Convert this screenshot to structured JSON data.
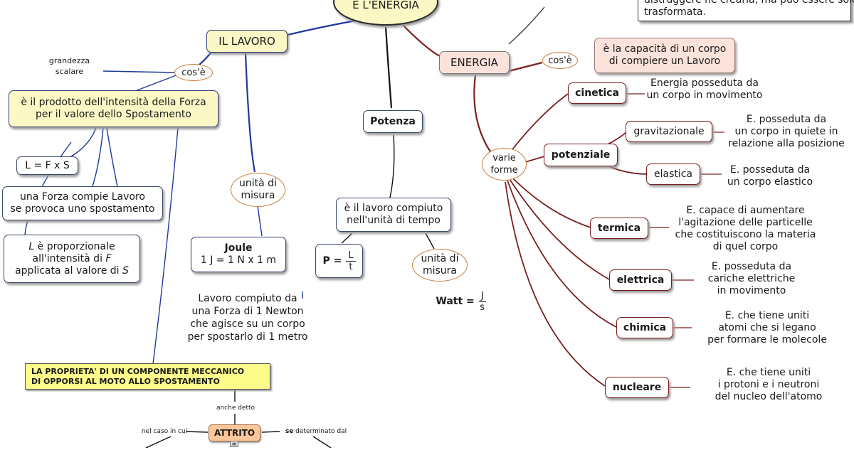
{
  "central": {
    "title": "E L'ENERGIA"
  },
  "top_note": {
    "line1": "distruggere né crearla, ma può essere solo",
    "line2": "trasformata."
  },
  "lavoro": {
    "title": "IL LAVORO",
    "grandezza": "grandezza\nscalare",
    "cose": "cos'è",
    "definizione": "è il prodotto dell'intensità della Forza\nper il valore dello Spostamento",
    "formula": "L = F x S",
    "compie": "una Forza compie Lavoro\nse provoca uno spostamento",
    "proporzionale": {
      "l": "L",
      "text1": " è proporzionale",
      "text2": "all'intensità di ",
      "f": "F",
      "text3": "applicata al valore di ",
      "s": "S"
    },
    "unita": "unità di\nmisura",
    "joule_title": "Joule",
    "joule_def": "1 J = 1 N x 1 m",
    "joule_desc": "Lavoro compiuto da\nuna Forza di 1 Newton\nche agisce su un corpo\nper spostarlo di 1 metro"
  },
  "attrito": {
    "proprieta": "LA PROPRIETA' DI UN COMPONENTE MECCANICO\nDI OPPORSI AL MOTO  ALLO SPOSTAMENTO",
    "anche_detto": "anche detto",
    "title": "ATTRITO",
    "nel_caso": "nel caso in cui",
    "se_det_bold": "se",
    "se_det_rest": " determinato dal"
  },
  "potenza": {
    "title": "Potenza",
    "definizione": "è il lavoro compiuto\nnell'unità di tempo",
    "formula_p": "P =",
    "formula_num": "L",
    "formula_den": "t",
    "unita": "unità di\nmisura",
    "watt": "Watt =",
    "watt_num": "J",
    "watt_den": "s"
  },
  "energia": {
    "title": "ENERGIA",
    "cose": "cos'è",
    "definizione": "è la capacità di un corpo\ndi compiere un Lavoro",
    "varie": "varie\nforme",
    "forms": {
      "cinetica": {
        "label": "cinetica",
        "desc": "Energia posseduta da\nun corpo in movimento"
      },
      "potenziale": {
        "label": "potenziale"
      },
      "gravitazionale": {
        "label": "gravitazionale",
        "desc": "E. posseduta da\nun corpo in quiete in\nrelazione alla posizione"
      },
      "elastica": {
        "label": "elastica",
        "desc": "E. posseduta da\nun corpo elastico"
      },
      "termica": {
        "label": "termica",
        "desc": "E. capace di aumentare\nl'agitazione delle particelle\nche costituiscono la materia\ndi quel corpo"
      },
      "elettrica": {
        "label": "elettrica",
        "desc": "E. posseduta da\ncariche elettriche\nin movimento"
      },
      "chimica": {
        "label": "chimica",
        "desc": "E. che tiene uniti\natomi che si legano\nper formare le molecole"
      },
      "nucleare": {
        "label": "nucleare",
        "desc": "E. che tiene uniti\ni protoni e i neutroni\ndel nucleo dell'atomo"
      }
    }
  }
}
